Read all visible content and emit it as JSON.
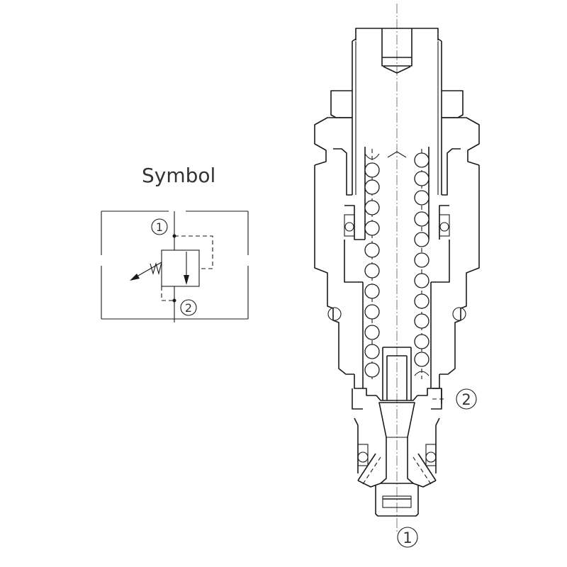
{
  "symbol": {
    "title": "Symbol",
    "port_top": "1",
    "port_bottom": "2"
  },
  "section": {
    "port_side_label": "2",
    "port_bottom_label": "1"
  },
  "colors": {
    "line": "#1a1a1a",
    "background": "#ffffff"
  }
}
